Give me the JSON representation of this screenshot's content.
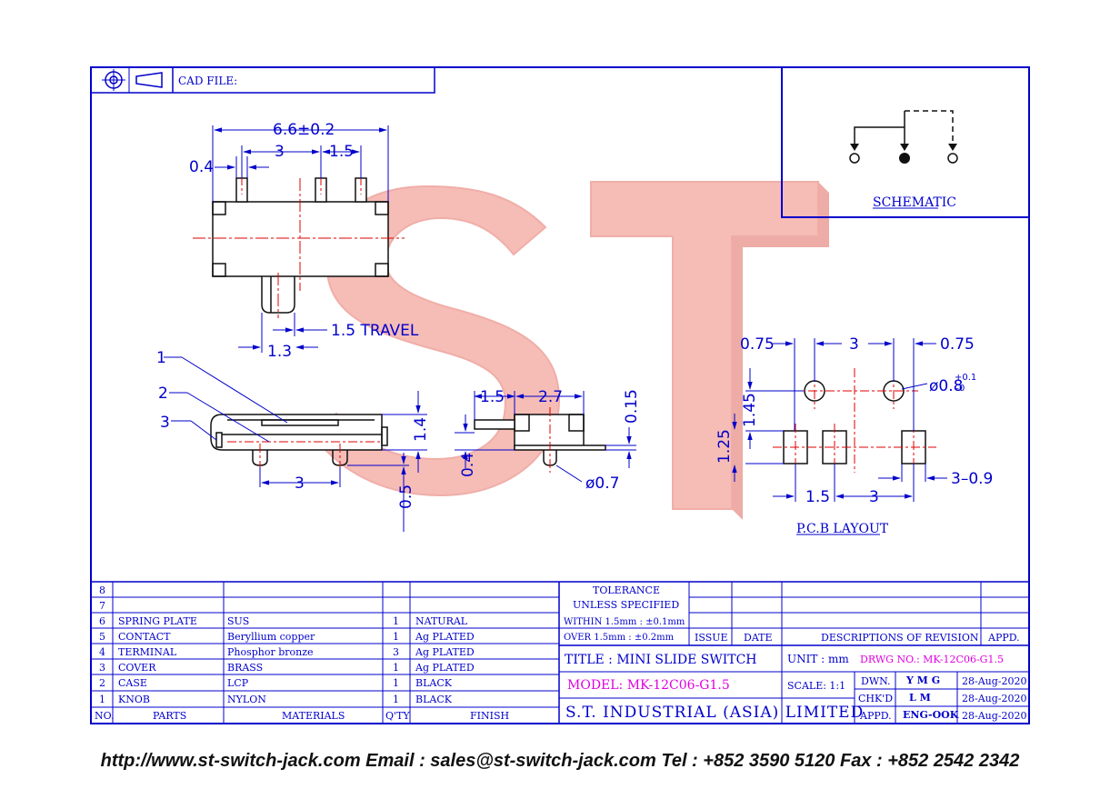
{
  "header": {
    "cad_file": "CAD FILE:"
  },
  "watermark": {
    "text": "ST",
    "color": "#f2a7a0"
  },
  "schematic": {
    "label": "SCHEMATIC"
  },
  "pcb": {
    "label": "P.C.B LAYOUT"
  },
  "dims": {
    "top_width": "6.6±0.2",
    "pin_pitch": "3",
    "pin_pitch_small": "1.5",
    "pin_width": "0.4",
    "travel": "1.5  TRAVEL",
    "knob_width": "1.3",
    "front_pitch": "3",
    "height": "1.4",
    "pin_len": "0.5",
    "side_knob": "1.5",
    "side_depth": "2.7",
    "side_thick": "0.15",
    "side_pin": "0.4",
    "side_dia": "ø0.7",
    "pcb_left": "0.75",
    "pcb_pitch": "3",
    "pcb_right": "0.75",
    "hole_dia": "ø0.8",
    "hole_tol_plus": "+0.1",
    "hole_tol_minus": "–0",
    "pcb_h1": "1.45",
    "pcb_h2": "1.25",
    "pcb_pitch_b1": "1.5",
    "pcb_pitch_b2": "3",
    "pcb_pad": "3–0.9"
  },
  "callouts": [
    "1",
    "2",
    "3"
  ],
  "parts": [
    {
      "no": "8",
      "part": "",
      "material": "",
      "qty": "",
      "finish": ""
    },
    {
      "no": "7",
      "part": "",
      "material": "",
      "qty": "",
      "finish": ""
    },
    {
      "no": "6",
      "part": "SPRING PLATE",
      "material": "SUS",
      "qty": "1",
      "finish": "NATURAL"
    },
    {
      "no": "5",
      "part": "CONTACT",
      "material": "Beryllium copper",
      "qty": "1",
      "finish": "Ag PLATED"
    },
    {
      "no": "4",
      "part": "TERMINAL",
      "material": "Phosphor bronze",
      "qty": "3",
      "finish": "Ag PLATED"
    },
    {
      "no": "3",
      "part": "COVER",
      "material": "BRASS",
      "qty": "1",
      "finish": "Ag PLATED"
    },
    {
      "no": "2",
      "part": "CASE",
      "material": "LCP",
      "qty": "1",
      "finish": "BLACK"
    },
    {
      "no": "1",
      "part": "KNOB",
      "material": "NYLON",
      "qty": "1",
      "finish": "BLACK"
    }
  ],
  "parts_header": {
    "no": "NO.",
    "part": "PARTS",
    "material": "MATERIALS",
    "qty": "Q'TY",
    "finish": "FINISH"
  },
  "tolerance": {
    "title1": "TOLERANCE",
    "title2": "UNLESS   SPECIFIED",
    "row1": "WITHIN  1.5mm : ±0.1mm",
    "row2": "OVER    1.5mm : ±0.2mm"
  },
  "revision": {
    "issue": "ISSUE",
    "date": "DATE",
    "desc": "DESCRIPTIONS  OF  REVISION",
    "appd": "APPD."
  },
  "title_block": {
    "title": "TITLE : MINI SLIDE SWITCH",
    "unit": "UNIT :   mm",
    "drwg": "DRWG NO.: MK-12C06-G1.5",
    "model": "MODEL: MK-12C06-G1.5",
    "scale": "SCALE:   1:1",
    "company": "S.T. INDUSTRIAL (ASIA) LIMITED",
    "dwn": "DWN.",
    "dwn_name": "Y M G",
    "dwn_date": "28-Aug-2020",
    "chk": "CHK'D",
    "chk_name": "L M",
    "chk_date": "28-Aug-2020",
    "appd": "APPD.",
    "appd_name": "ENG-OOK",
    "appd_date": "28-Aug-2020"
  },
  "footer": "http://www.st-switch-jack.com  Email : sales@st-switch-jack.com  Tel : +852 3590 5120  Fax : +852 2542 2342",
  "colors": {
    "line": "#0000cc",
    "center": "#e00000",
    "accent": "#e000e0"
  }
}
